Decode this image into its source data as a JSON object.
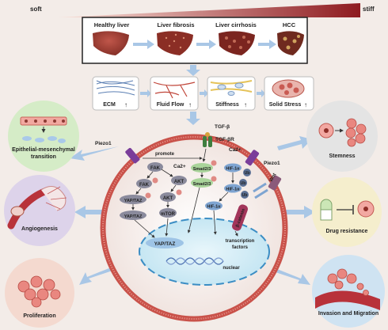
{
  "gradient": {
    "left_label": "soft",
    "right_label": "stiff"
  },
  "stages": [
    {
      "label": "Healthy liver"
    },
    {
      "label": "Liver fibrosis"
    },
    {
      "label": "Liver cirrhosis"
    },
    {
      "label": "HCC"
    }
  ],
  "features": [
    {
      "label": "ECM"
    },
    {
      "label": "Fluid Flow"
    },
    {
      "label": "Stiffness"
    },
    {
      "label": "Solid Stress"
    }
  ],
  "outcomes_left": [
    {
      "label_lines": [
        "Epithelial-mesenchymal",
        "transition"
      ]
    },
    {
      "label_lines": [
        "Angiogenesis"
      ]
    },
    {
      "label_lines": [
        "Proliferation"
      ]
    }
  ],
  "outcomes_right": [
    {
      "label_lines": [
        "Stemness"
      ]
    },
    {
      "label_lines": [
        "Drug resistance"
      ]
    },
    {
      "label_lines": [
        "Invasion and Migration"
      ]
    }
  ],
  "cell": {
    "receptors": {
      "tgf_beta": "TGF-β",
      "tgf_beta_r": "TGF-βR",
      "piezo_left": "Piezo1",
      "piezo_right": "Piezo1",
      "ca_left": "Ca2+",
      "ca_right": "Ca2+",
      "wnt": "Wnt"
    },
    "promote": "promote",
    "nodes": {
      "fak1": "FAK",
      "fak2": "FAK",
      "yap1": "YAP/TAZ",
      "yap2": "YAP/TAZ",
      "akt1": "AKT",
      "akt2": "AKT",
      "mtor": "mTOR",
      "smad1": "Smad2/3",
      "smad2": "Smad2/3",
      "hif1": "HIF-1α",
      "hif2": "HIF-1α",
      "hif3": "HIF-1α",
      "ub1": "Ub",
      "ub2": "Ub",
      "ub3": "Ub",
      "bcat": "β-catenin",
      "p": "P"
    },
    "nucleus": {
      "yap": "YAP/TAZ",
      "tf_lines": [
        "transcription",
        "factors"
      ],
      "label": "nuclear"
    }
  },
  "colors": {
    "gradient_start": "#fbe4dc",
    "gradient_end": "#8e1a1f",
    "membrane": "#c9524a",
    "nucleus": "#d7eef7",
    "node": "#8a8a9c",
    "hif": "#7ea4d1",
    "smad": "#a9d49a",
    "phospho": "#e08a84"
  }
}
